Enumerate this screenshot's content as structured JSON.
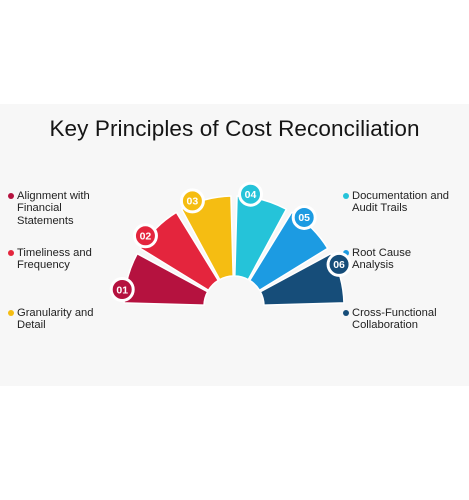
{
  "title": "Key Principles of Cost Reconciliation",
  "segments": [
    {
      "number": "01",
      "label": "Alignment with\nFinancial\nStatements",
      "color": "#b5123f"
    },
    {
      "number": "02",
      "label": "Timeliness and\nFrequency",
      "color": "#e4253d"
    },
    {
      "number": "03",
      "label": "Granularity and\nDetail",
      "color": "#f5bd12"
    },
    {
      "number": "04",
      "label": "Documentation and\nAudit Trails",
      "color": "#25c3d9"
    },
    {
      "number": "05",
      "label": "Root Cause\nAnalysis",
      "color": "#1c9be2"
    },
    {
      "number": "06",
      "label": "Cross-Functional\nCollaboration",
      "color": "#164d79"
    }
  ]
}
